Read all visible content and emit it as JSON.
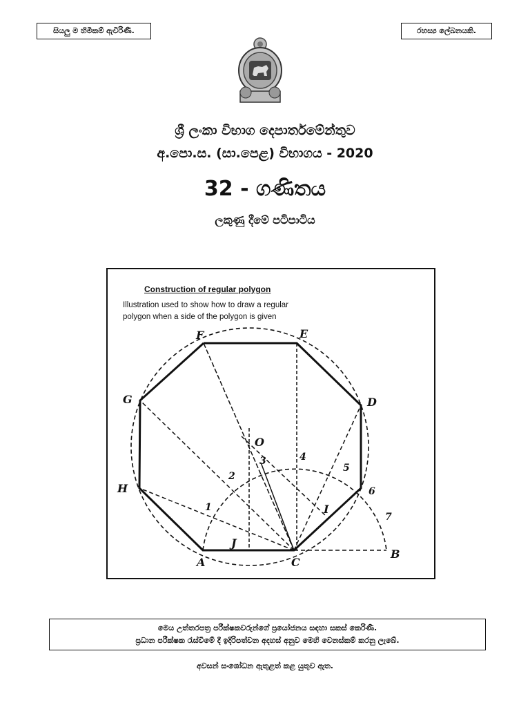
{
  "header": {
    "tag_left": "සියලු ම හිමිකම් ඇවිරිණි.",
    "tag_right": "රහස්‍ය ලේඛනයකි.",
    "emblem": "sri-lanka-state-emblem",
    "department": "ශ්‍රී ලංකා විභාග දෙපාර්තමේන්තුව",
    "exam": "අ.පො.ස. (සා.පෙළ) විභාගය - 2020",
    "subject": "32 - ගණිතය",
    "scheme": "ලකුණු දීමේ පටිපාටිය"
  },
  "figure": {
    "title": "Construction of regular polygon",
    "description": "Illustration used to show how to draw a regular polygon when a side of the polygon is given",
    "points": {
      "A": "A",
      "B": "B",
      "C": "C",
      "D": "D",
      "E": "E",
      "F": "F",
      "G": "G",
      "H": "H",
      "I": "I",
      "J": "J",
      "O": "O"
    },
    "arc_numbers": [
      "1",
      "2",
      "3",
      "4",
      "5",
      "6",
      "7"
    ]
  },
  "note": {
    "line1": "මෙය උත්තරපත්‍ර පරීක්ෂකවරුන්ගේ ප්‍රයෝජනය සඳහා සකස් කෙරිණි.",
    "line2": "ප්‍රධාන පරීක්ෂක රැස්වීමේ දී ඉදිරිපත්වන අදහස් අනුව මෙහි වෙනස්කම් කරනු ලැබේ."
  },
  "footer": "අවසන් සංශෝධන ඇතුළත් කළ යුතුව ඇත."
}
